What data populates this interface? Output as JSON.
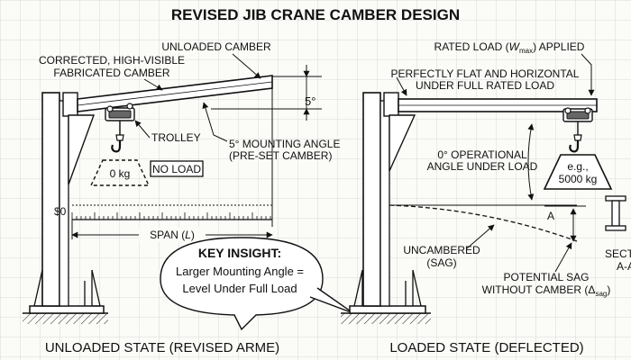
{
  "title": "REVISED JIB CRANE CAMBER DESIGN",
  "left": {
    "unloaded_camber": "UNLOADED CAMBER",
    "corrected_line1": "CORRECTED, HIGH-VISIBLE",
    "corrected_line2": "FABRICATED CAMBER",
    "angle_value": "5°",
    "trolley": "TROLLEY",
    "mount_line1": "5° MOUNTING ANGLE",
    "mount_line2": "(PRE-SET CAMBER)",
    "load_value": "0 kg",
    "no_load": "NO LOAD",
    "zero_mark": "$0",
    "span_prefix": "SPAN (",
    "span_var": "L",
    "span_suffix": ")",
    "caption": "UNLOADED STATE (REVISED ARME)"
  },
  "insight": {
    "title": "KEY INSIGHT:",
    "line1": "Larger Mounting Angle =",
    "line2": "Level Under Full Load"
  },
  "right": {
    "rated_prefix": "RATED LOAD (",
    "rated_var": "W",
    "rated_sub": "max",
    "rated_suffix": ") APPLIED",
    "flat_line1": "PERFECTLY FLAT AND HORIZONTAL",
    "flat_line2": "UNDER FULL RATED LOAD",
    "op_line1": "0° OPERATIONAL",
    "op_line2": "ANGLE UNDER LOAD",
    "load_eg": "e.g.,",
    "load_value": "5000 kg",
    "section_mark": "A",
    "uncambered_line1": "UNCAMBERED",
    "uncambered_line2": "(SAG)",
    "section_line1": "SECTION",
    "section_line2": "A-A",
    "sag_line1": "POTENTIAL SAG",
    "sag_line2_prefix": "WITHOUT CAMBER (Δ",
    "sag_sub": "sag",
    "sag_line2_suffix": ")",
    "caption": "LOADED STATE (DEFLECTED)"
  }
}
